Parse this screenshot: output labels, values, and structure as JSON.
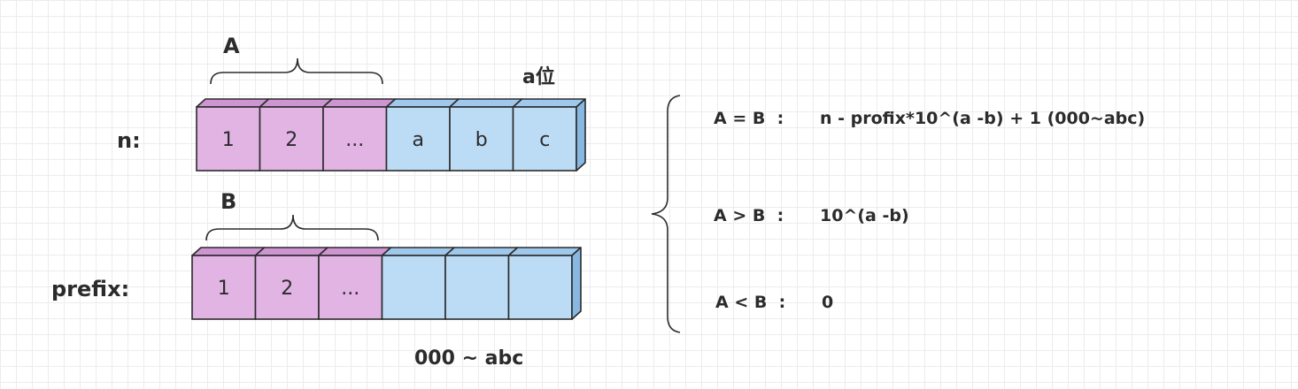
{
  "labels": {
    "row_n": "n:",
    "row_prefix": "prefix:",
    "group_a": "A",
    "group_b": "B",
    "a_digits": "a位",
    "range": "000 ~ abc"
  },
  "row_n": {
    "cells": [
      "1",
      "2",
      "...",
      "a",
      "b",
      "c"
    ],
    "kinds": [
      "purple",
      "purple",
      "purple",
      "blue",
      "blue",
      "blue"
    ]
  },
  "row_prefix": {
    "cells": [
      "1",
      "2",
      "...",
      "",
      "",
      ""
    ],
    "kinds": [
      "purple",
      "purple",
      "purple",
      "blue",
      "blue",
      "blue"
    ]
  },
  "cases": [
    {
      "cond": "A = B  :",
      "expr": "n - profix*10^(a -b) + 1 (000~abc)"
    },
    {
      "cond": "A > B  :",
      "expr": "10^(a -b)"
    },
    {
      "cond": "A < B  :",
      "expr": "0"
    }
  ],
  "colors": {
    "purple_face": "#e1b4e4",
    "purple_top": "#cf95d3",
    "purple_side": "#c083c5",
    "blue_face": "#bcdcf6",
    "blue_top": "#9ec8ec",
    "blue_side": "#88b8e2",
    "stroke": "#2b2b2b"
  }
}
